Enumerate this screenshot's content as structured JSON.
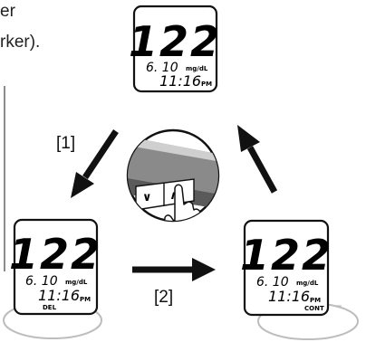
{
  "intro_fragments": [
    "er",
    "rker)."
  ],
  "steps": {
    "step1": "[1]",
    "step2": "[2]"
  },
  "screens": {
    "top": {
      "reading": "122",
      "date": "6. 10",
      "unit": "mg/dL",
      "time": "11:16",
      "ampm": "PM",
      "tag": ""
    },
    "left": {
      "reading": "122",
      "date": "6. 10",
      "unit": "mg/dL",
      "time": "11:16",
      "ampm": "PM",
      "tag": "DEL"
    },
    "right": {
      "reading": "122",
      "date": "6. 10",
      "unit": "mg/dL",
      "time": "11:16",
      "ampm": "PM",
      "tag": "CONT"
    }
  },
  "colors": {
    "ink": "#111111",
    "glow": "#bdbdbd",
    "arrow": "#111111"
  },
  "icons": [
    "down-left-arrow-icon",
    "right-arrow-icon",
    "up-left-arrow-icon",
    "hand-pressing-button-icon",
    "glow-ring-icon"
  ]
}
